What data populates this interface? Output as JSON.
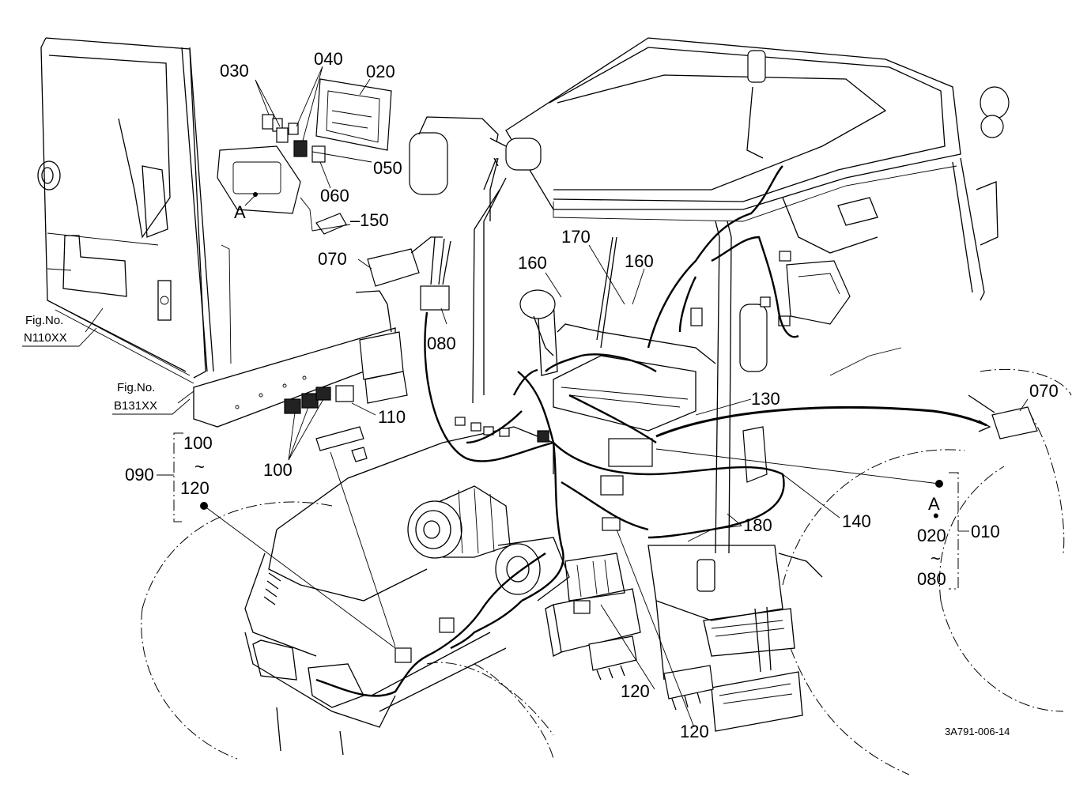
{
  "callouts": {
    "c030": "030",
    "c040": "040",
    "c020_top": "020",
    "c050": "050",
    "c060": "060",
    "c150": "150",
    "c070_left": "070",
    "c080_left": "080",
    "c160_a": "160",
    "c170": "170",
    "c160_b": "160",
    "c110": "110",
    "c130": "130",
    "c070_right": "070",
    "c100_group": "100",
    "c120_group": "120",
    "c090": "090",
    "c100_parts": "100",
    "c140": "140",
    "c180": "180",
    "c010": "010",
    "c020_group": "020",
    "c080_group": "080",
    "c120_a": "120",
    "c120_b": "120"
  },
  "markers": {
    "a_left": "A",
    "a_right": "A",
    "a_right_dot": "•",
    "tilde_left": "~",
    "tilde_right": "~"
  },
  "figure_refs": {
    "fig_label_1": "Fig.No.",
    "fig_code_1": "N110XX",
    "fig_label_2": "Fig.No.",
    "fig_code_2": "B131XX"
  },
  "drawing_code": "3A791-006-14"
}
